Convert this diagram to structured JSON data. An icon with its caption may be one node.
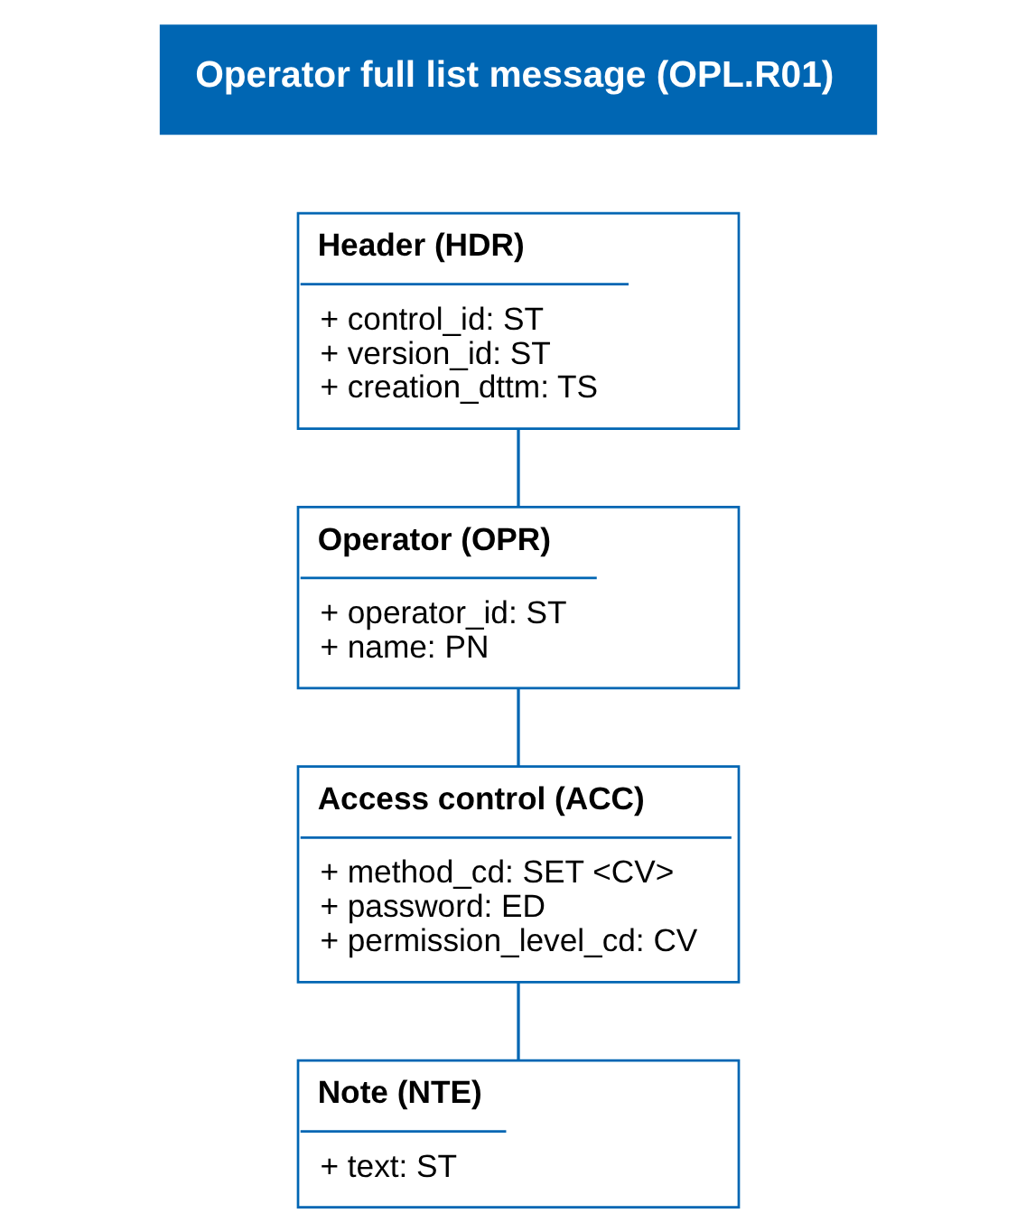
{
  "diagram": {
    "nodes": [
      {
        "text": [
          "Operator full list message (OPL.R01)"
        ]
      },
      {
        "text": [
          "Header (HDR)",
          "+ control_id: ST",
          "+ version_id: ST",
          "+ creation_dttm: TS"
        ]
      },
      {
        "text": [
          "Operator (OPR)",
          "+ operator_id: ST",
          "+ name: PN"
        ]
      },
      {
        "text": [
          "Access control (ACC)",
          "+ method_cd: SET <CV>",
          "+ password: ED",
          "+ permission_level_cd: CV"
        ]
      },
      {
        "text": [
          "Note (NTE)",
          "+ text: ST"
        ]
      }
    ],
    "edges": [
      {
        "from": 1,
        "to": 2,
        "arrow": "none"
      },
      {
        "from": 2,
        "to": 3,
        "arrow": "none"
      },
      {
        "from": 3,
        "to": 4,
        "arrow": "none"
      }
    ]
  }
}
